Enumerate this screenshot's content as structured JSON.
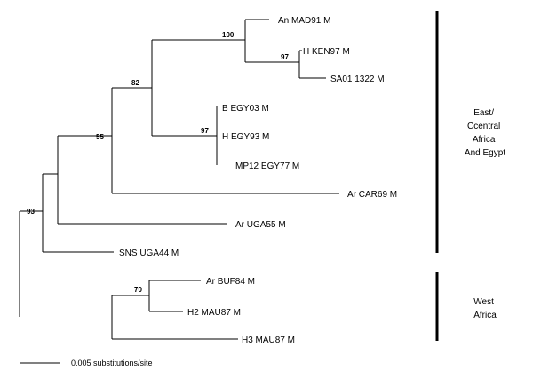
{
  "leaves": {
    "an_mad91": "An MAD91 M",
    "h_ken97": "H KEN97 M",
    "sa01": "SA01 1322 M",
    "b_egy03": "B EGY03 M",
    "h_egy93": "H EGY93 M",
    "mp12": "MP12 EGY77 M",
    "ar_car69": "Ar CAR69 M",
    "ar_uga55": "Ar UGA55 M",
    "sns_uga44": "SNS UGA44 M",
    "ar_buf84": "Ar BUF84 M",
    "h2_mau87": "H2 MAU87 M",
    "h3_mau87": "H3 MAU87 M"
  },
  "bootstrap": {
    "n100": "100",
    "n97a": "97",
    "n82": "82",
    "n97b": "97",
    "n55": "55",
    "n93": "93",
    "n70": "70"
  },
  "regions": {
    "east": [
      "East/",
      "Ccentral",
      "Africa",
      "And Egypt"
    ],
    "west": [
      "West",
      "Africa"
    ]
  },
  "scale": {
    "label": "0.005 substitutions/site"
  }
}
